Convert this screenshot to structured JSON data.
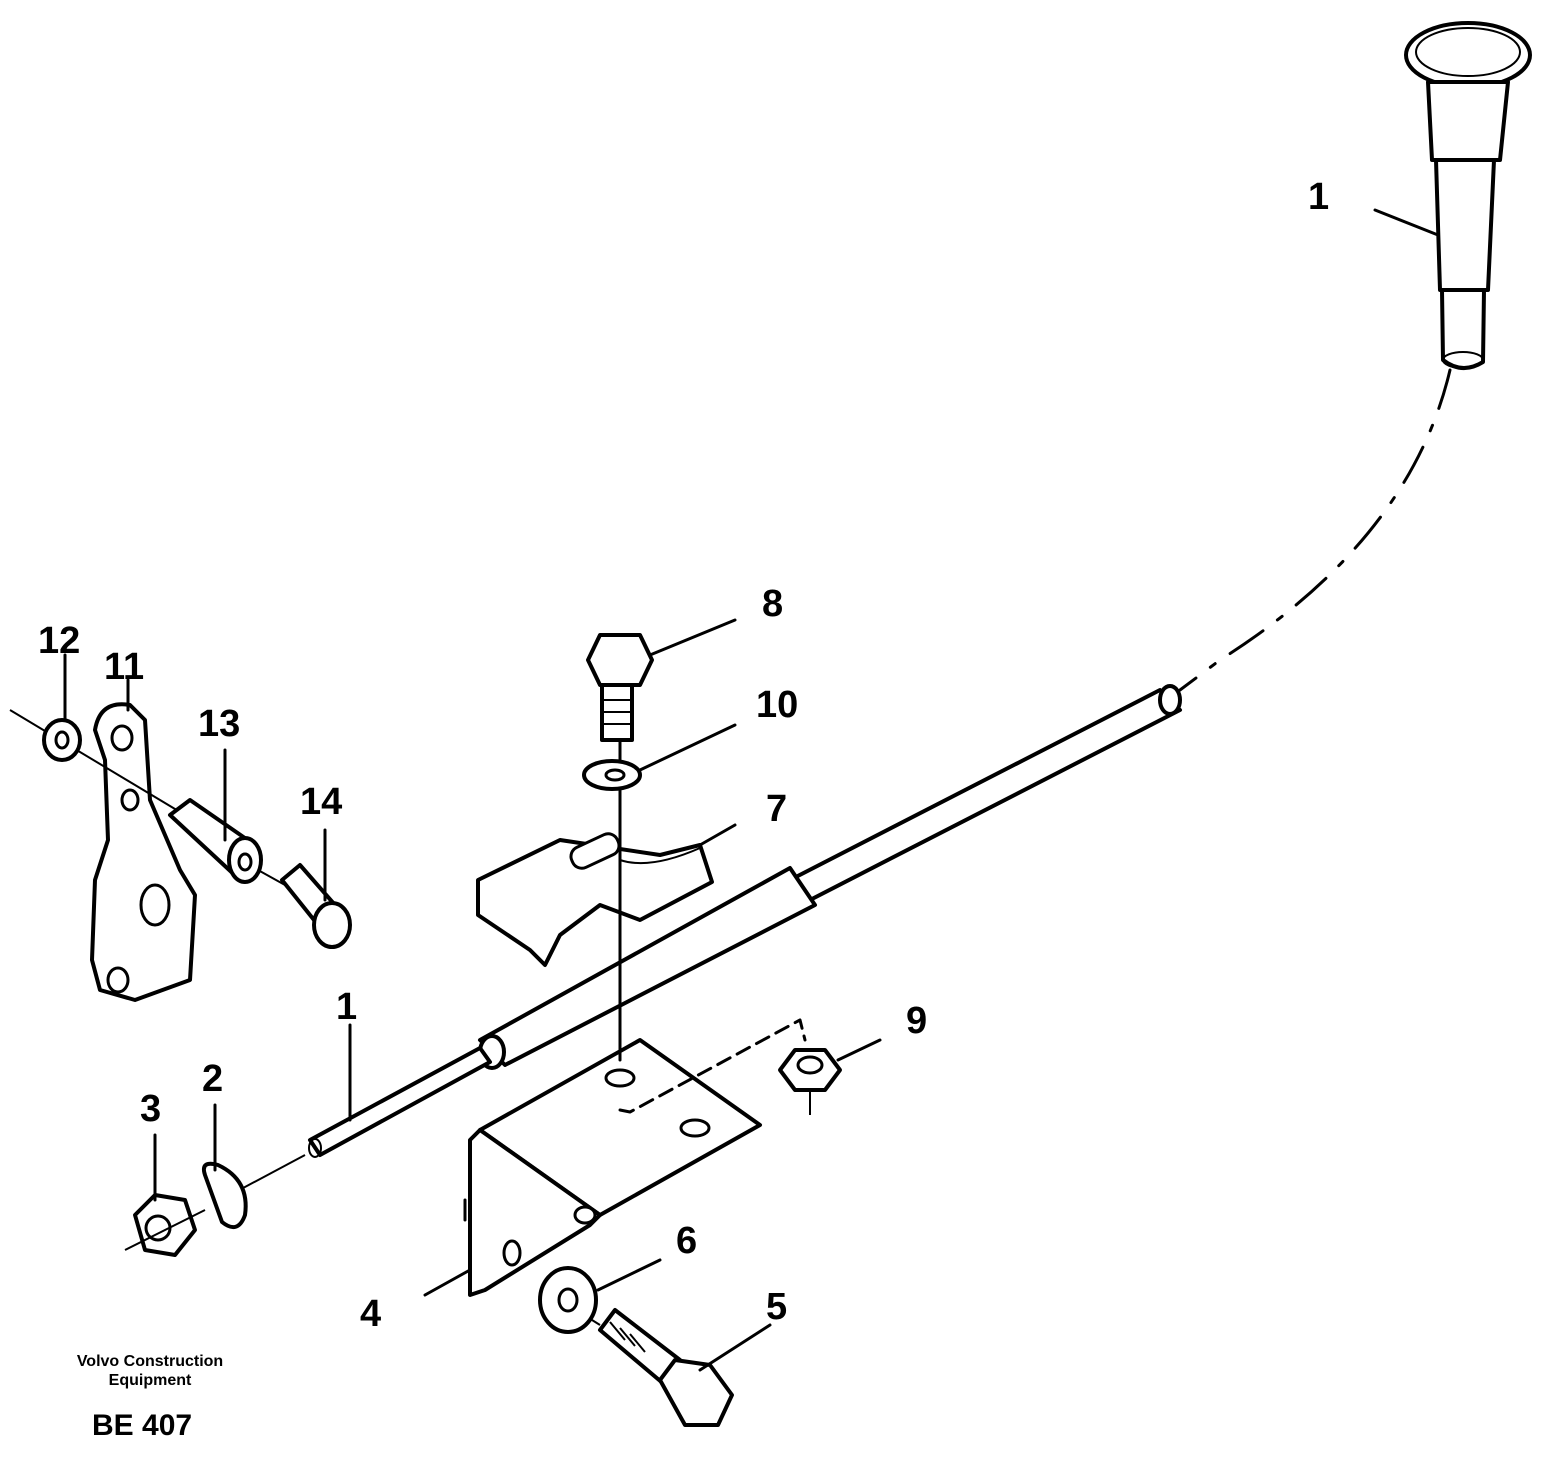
{
  "diagram": {
    "callouts": {
      "c1_top": "1",
      "c1_bottom": "1",
      "c2": "2",
      "c3": "3",
      "c4": "4",
      "c5": "5",
      "c6": "6",
      "c7": "7",
      "c8": "8",
      "c9": "9",
      "c10": "10",
      "c11": "11",
      "c12": "12",
      "c13": "13",
      "c14": "14"
    },
    "footer": {
      "brand_line1": "Volvo Construction",
      "brand_line2": "Equipment",
      "drawing_code": "BE 407"
    }
  }
}
